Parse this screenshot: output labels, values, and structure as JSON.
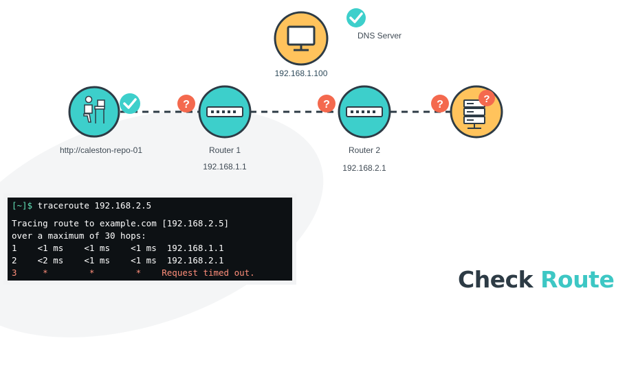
{
  "nodes": {
    "dns": {
      "label": "DNS Server",
      "ip": "192.168.1.100",
      "status": "ok",
      "icon": "monitor-icon"
    },
    "client": {
      "label": "http://caleston-repo-01",
      "status": "ok",
      "icon": "user-at-desk-icon"
    },
    "router1": {
      "label": "Router 1",
      "ip": "192.168.1.1",
      "status": "unknown",
      "icon": "router-icon"
    },
    "router2": {
      "label": "Router 2",
      "ip": "192.168.2.1",
      "status": "unknown",
      "icon": "router-icon"
    },
    "server": {
      "status": "unknown",
      "icon": "server-icon"
    }
  },
  "terminal": {
    "prompt": "[~]$",
    "command": "traceroute 192.168.2.5",
    "lines": [
      "Tracing route to example.com [192.168.2.5]",
      "over a maximum of 30 hops:",
      "1    <1 ms    <1 ms    <1 ms  192.168.1.1",
      "2    <2 ms    <1 ms    <1 ms  192.168.2.1"
    ],
    "error_line": "3     *        *        *    Request timed out."
  },
  "brand": {
    "word1": "Check",
    "word2": "Route"
  },
  "colors": {
    "teal": "#3dcfcb",
    "amber": "#ffc35c",
    "dark": "#2d3b45",
    "warn": "#f4694e",
    "ok": "#3dcfcb"
  }
}
